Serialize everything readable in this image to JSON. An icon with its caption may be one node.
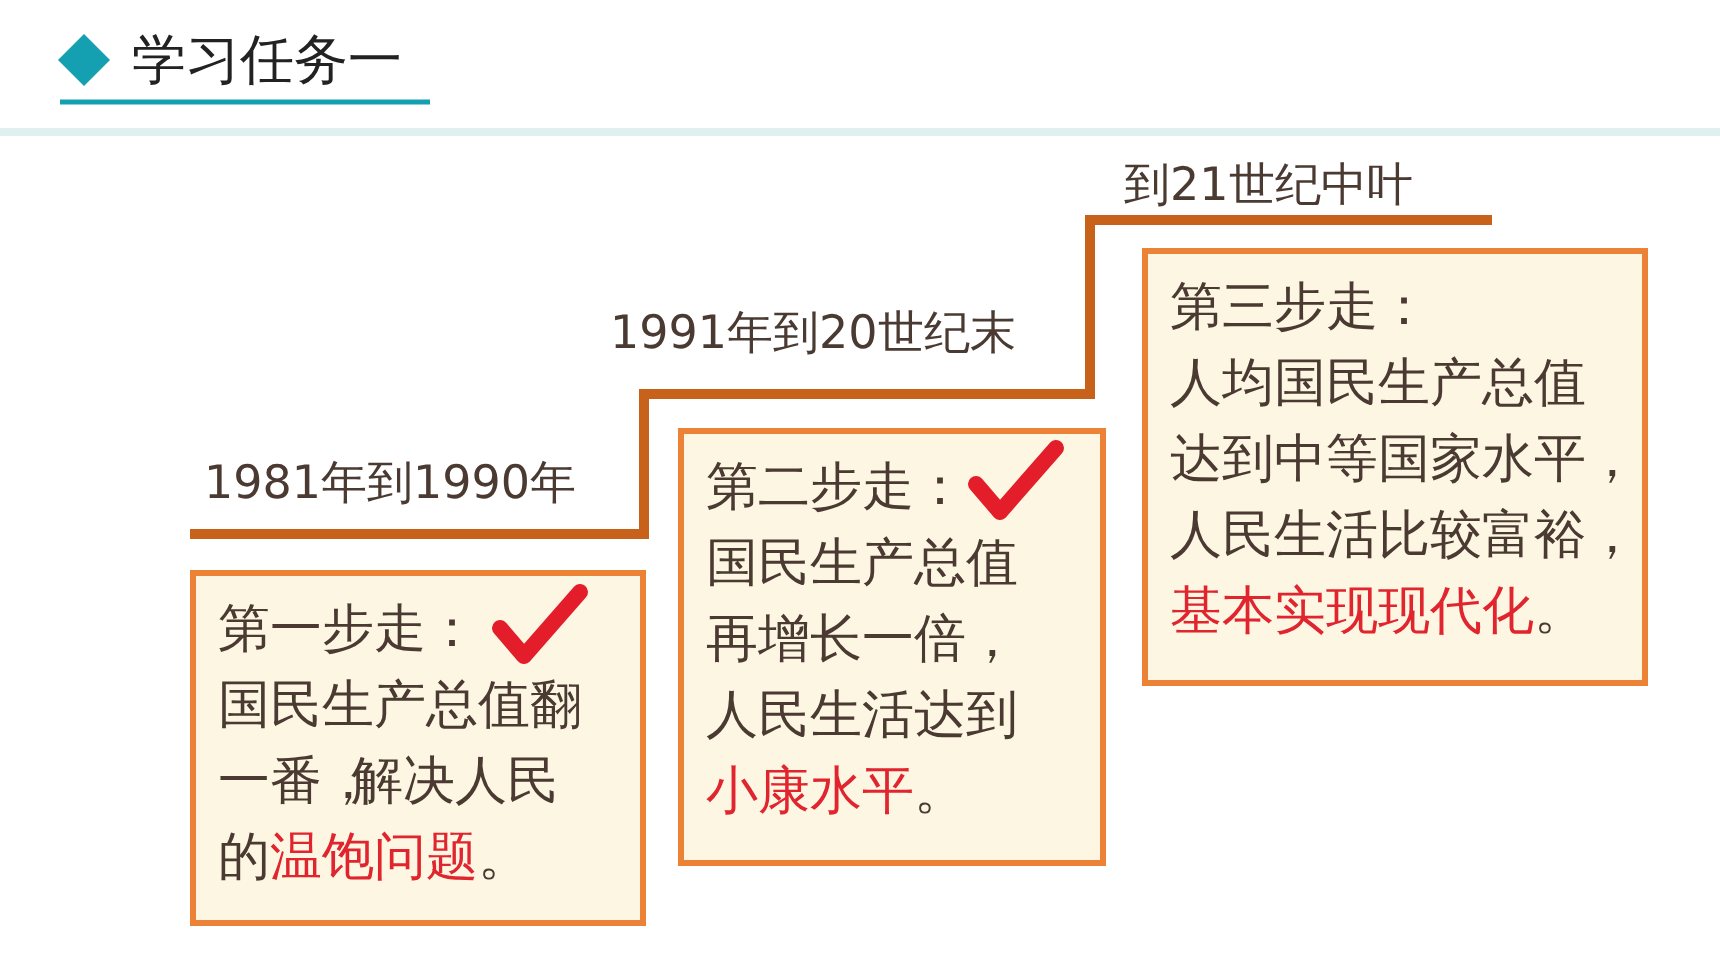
{
  "diagram": {
    "title": "学习任务一",
    "nodes": [
      {
        "text": [
          "第一步走：",
          "国民生产总值翻一番，解决人民的**温饱问题**。"
        ],
        "beside": [
          "1981年到1990年"
        ]
      },
      {
        "text": [
          "第二步走：",
          "国民生产总值再增长一倍，人民生活达到**小康水平**。"
        ],
        "beside": [
          "1991年到20世纪末"
        ]
      },
      {
        "text": [
          "第三步走：",
          "人均国民生产总值达到中等国家水平，人民生活比较富裕，**基本实现现代化**。"
        ],
        "beside": [
          "到21世纪中叶"
        ]
      }
    ]
  }
}
